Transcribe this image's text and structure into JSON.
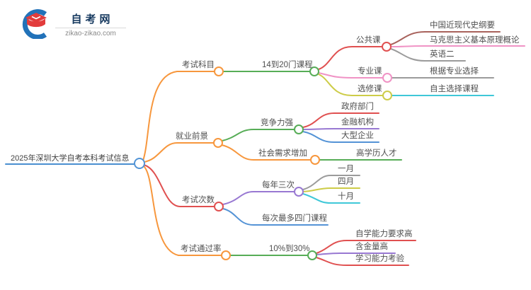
{
  "brand": {
    "name": "自考网",
    "domain": "zikao-zikao.com"
  },
  "palette": {
    "root_blue": "#5294d6",
    "orange": "#f7973d",
    "red": "#e05050",
    "green": "#57ad57",
    "maroon": "#a8625c",
    "pink": "#f093c5",
    "gray": "#9b9b9b",
    "olive": "#cdcc48",
    "cyan": "#3fc8d8",
    "purple": "#9878d2",
    "blue": "#5493d6",
    "text": "#4f4f4f"
  },
  "mindmap": {
    "root": "2025年深圳大学自考本科考试信息",
    "nodes": {
      "exam_subjects": "考试科目",
      "courses_14_20": "14到20门课程",
      "public_courses": "公共课",
      "modern_history": "中国近现代史纲要",
      "marxism": "马克思主义基本原理概论",
      "english_two": "英语二",
      "major_courses": "专业课",
      "by_major": "根据专业选择",
      "elective_courses": "选修课",
      "self_select": "自主选择课程",
      "job_prospects": "就业前景",
      "competitive": "竞争力强",
      "government": "政府部门",
      "finance": "金融机构",
      "enterprise": "大型企业",
      "social_demand": "社会需求增加",
      "talent": "高学历人才",
      "exam_times": "考试次数",
      "three_per_year": "每年三次",
      "january": "一月",
      "april": "四月",
      "october": "十月",
      "max_four_courses": "每次最多四门课程",
      "pass_rate": "考试通过率",
      "rate_10_30": "10%到30%",
      "self_study_high": "自学能力要求高",
      "high_value": "含金量高",
      "learning_test": "学习能力考验"
    }
  }
}
